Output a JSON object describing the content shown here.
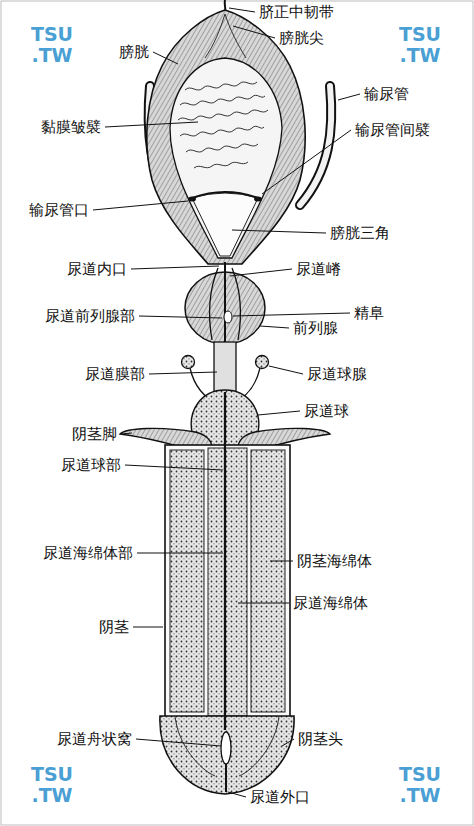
{
  "diagram": {
    "labels": [
      "TSU .TW",
      "脐正中韧带",
      "TSU .TW",
      "膀胱尖",
      "膀胱",
      "输尿管",
      "黏膜皱襞",
      "输尿管间襞",
      "输尿管口",
      "膀胱三角",
      "尿道内口",
      "尿道嵴",
      "尿道前列腺部",
      "精阜",
      "前列腺",
      "尿道膜部",
      "尿道球腺",
      "尿道球",
      "阴茎脚",
      "尿道球部",
      "尿道海绵体部",
      "阴茎海绵体",
      "尿道海绵体",
      "阴茎",
      "TSU .TW",
      "尿道舟状窝",
      "阴茎头",
      "TSU .TW",
      "尿道外口"
    ]
  }
}
